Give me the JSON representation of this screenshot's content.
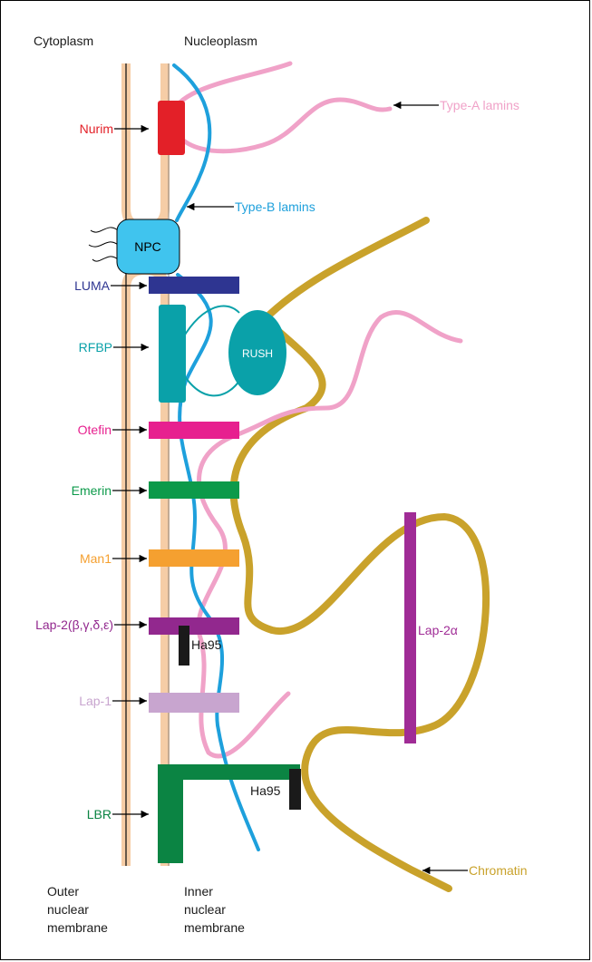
{
  "regions": {
    "cytoplasm": "Cytoplasm",
    "nucleoplasm": "Nucleoplasm",
    "outer_membrane": [
      "Outer",
      "nuclear",
      "membrane"
    ],
    "inner_membrane": [
      "Inner",
      "nuclear",
      "membrane"
    ]
  },
  "proteins": {
    "nurim": "Nurim",
    "npc": "NPC",
    "luma": "LUMA",
    "rfbp": "RFBP",
    "rush": "RUSH",
    "otefin": "Otefin",
    "emerin": "Emerin",
    "man1": "Man1",
    "lap2": "Lap-2(β,γ,δ,ε)",
    "ha95_upper": "Ha95",
    "lap1": "Lap-1",
    "lbr": "LBR",
    "ha95_lower": "Ha95",
    "lap2a": "Lap-2α"
  },
  "structures": {
    "type_a_lamins": "Type-A lamins",
    "type_b_lamins": "Type-B lamins",
    "chromatin": "Chromatin"
  },
  "colors": {
    "membrane": "#f6cda6",
    "nurim": "#e32028",
    "npc": "#40c4ee",
    "luma": "#2e3591",
    "rfbp": "#0aa1a9",
    "rush": "#0aa1a9",
    "otefin": "#e7208f",
    "emerin": "#0c9a4a",
    "man1": "#f5a030",
    "lap2": "#92288e",
    "lap1": "#c8a5cf",
    "lbr": "#0b8443",
    "ha95": "#1a1a1a",
    "lap2a": "#a02c96",
    "type_a_lamins": "#f0a2c8",
    "type_b_lamins": "#1ea0dc",
    "chromatin": "#c9a22b"
  }
}
